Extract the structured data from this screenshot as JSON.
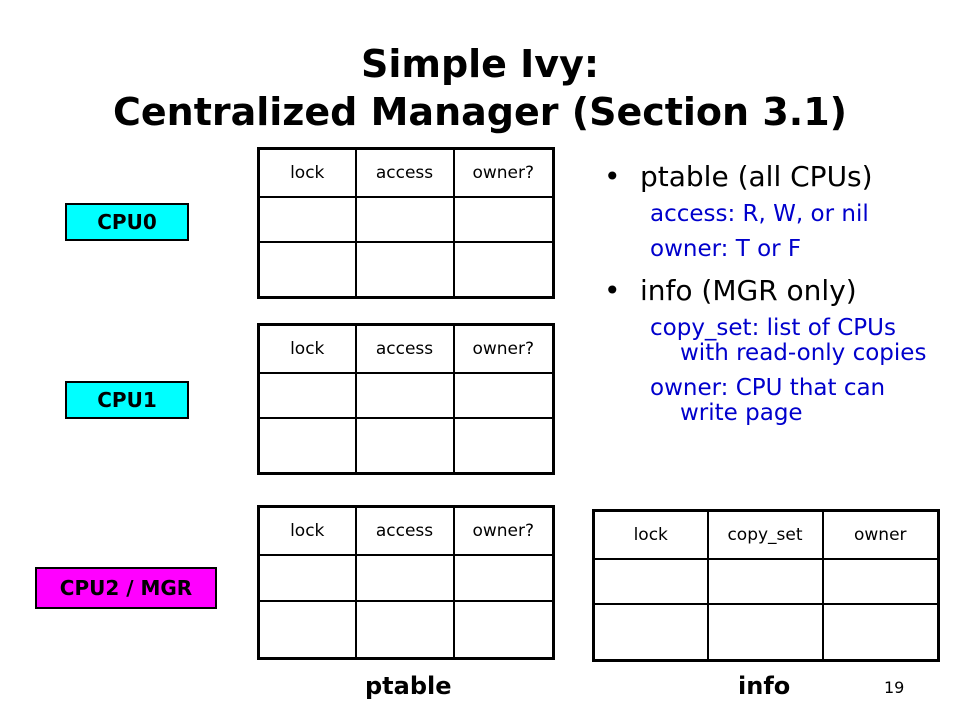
{
  "slide": {
    "title_line1": "Simple Ivy:",
    "title_line2": "Centralized Manager (Section 3.1)",
    "page_number": "19"
  },
  "cpus": [
    {
      "label": "CPU0",
      "color": "#00ffff"
    },
    {
      "label": "CPU1",
      "color": "#00ffff"
    },
    {
      "label": "CPU2 / MGR",
      "color": "#ff00ff"
    }
  ],
  "ptable_headers": [
    "lock",
    "access",
    "owner?"
  ],
  "info_headers": [
    "lock",
    "copy_set",
    "owner"
  ],
  "bullets": [
    {
      "text": "ptable (all CPUs)",
      "subs": [
        "access: R, W, or nil",
        "owner: T or F"
      ]
    },
    {
      "text": "info (MGR only)",
      "subs": [
        "copy_set: list of CPUs with read-only copies",
        "owner: CPU that can write page"
      ]
    }
  ],
  "captions": {
    "ptable": "ptable",
    "info": "info"
  },
  "colors": {
    "sub_text": "#0000cc",
    "cpu_box": "#00ffff",
    "mgr_box": "#ff00ff"
  }
}
